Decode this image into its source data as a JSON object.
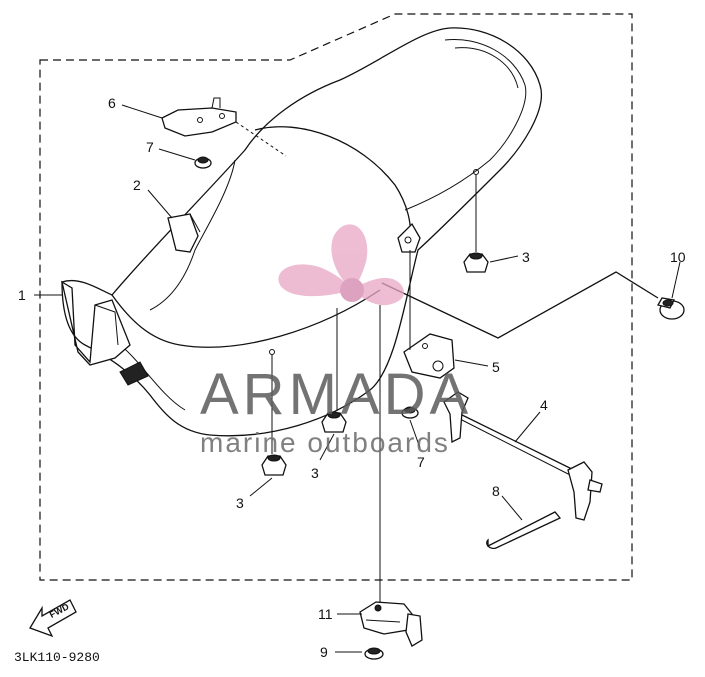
{
  "diagram": {
    "drawing_code": "3LK110-9280",
    "direction_arrow_label": "FWD",
    "callouts": {
      "c1": "1",
      "c2": "2",
      "c3a": "3",
      "c3b": "3",
      "c3c": "3",
      "c4": "4",
      "c5": "5",
      "c6": "6",
      "c7a": "7",
      "c7b": "7",
      "c8": "8",
      "c9": "9",
      "c10": "10",
      "c11": "11"
    }
  },
  "watermark": {
    "brand": "ARMADA",
    "tagline": "marine outboards",
    "logo_color": "#e8a6c4"
  }
}
